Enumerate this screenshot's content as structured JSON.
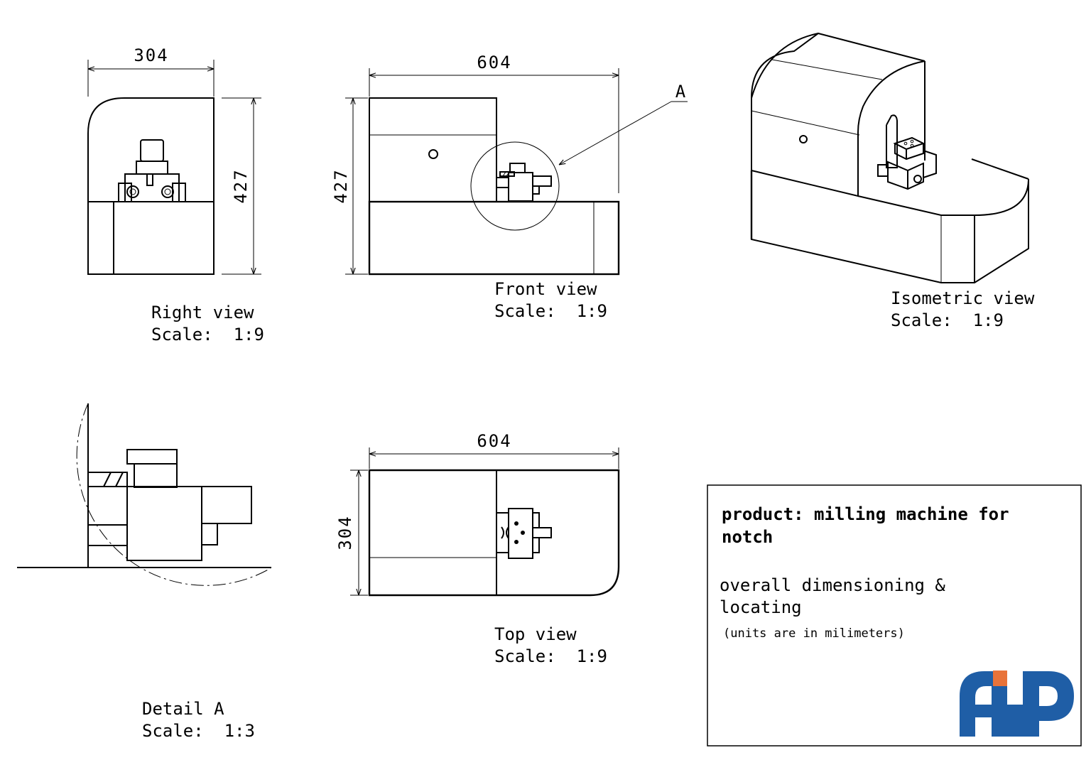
{
  "views": {
    "right": {
      "caption_name": "Right view",
      "caption_scale": "Scale:  1:9",
      "dim_width": "304",
      "dim_height": "427"
    },
    "front": {
      "caption_name": "Front view",
      "caption_scale": "Scale:  1:9",
      "dim_width": "604",
      "dim_height": "427",
      "detail_label": "A"
    },
    "isometric": {
      "caption_name": "Isometric view",
      "caption_scale": "Scale:  1:9"
    },
    "detail": {
      "caption_name": "Detail A",
      "caption_scale": "Scale:  1:3"
    },
    "top": {
      "caption_name": "Top view",
      "caption_scale": "Scale:  1:9",
      "dim_width": "604",
      "dim_height": "304"
    }
  },
  "title_block": {
    "product_line1": "product: milling machine for",
    "product_line2": "notch",
    "description_line1": "overall dimensioning &",
    "description_line2": "locating",
    "note": "(units are in milimeters)",
    "logo_text": "AHP",
    "logo_blue": "#1f5ea6",
    "logo_orange": "#e8733a"
  }
}
